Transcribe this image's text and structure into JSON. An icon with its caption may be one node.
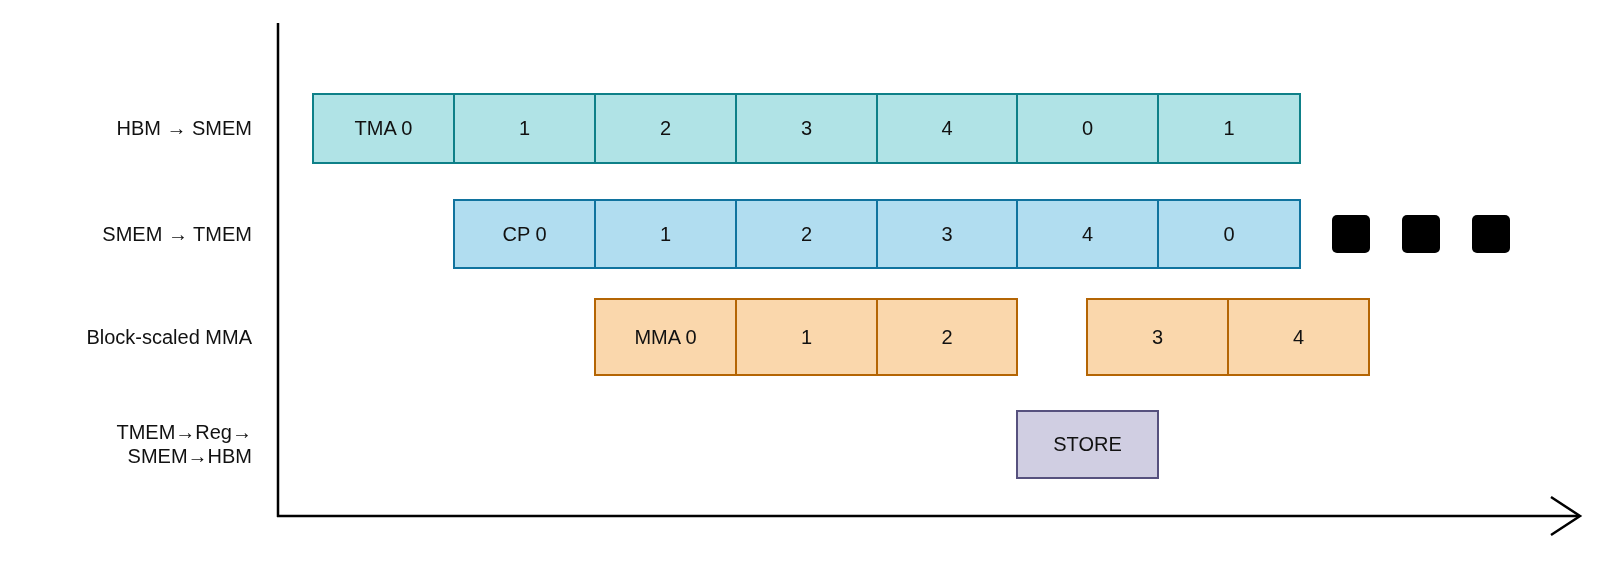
{
  "diagram": {
    "nodes": [
      {
        "text": [
          "TMA 0"
        ]
      },
      {
        "text": [
          "1"
        ]
      },
      {
        "text": [
          "2"
        ]
      },
      {
        "text": [
          "3"
        ]
      },
      {
        "text": [
          "4"
        ]
      },
      {
        "text": [
          "0"
        ]
      },
      {
        "text": [
          "1"
        ]
      },
      {
        "text": [
          "CP 0"
        ]
      },
      {
        "text": [
          "1"
        ]
      },
      {
        "text": [
          "2"
        ]
      },
      {
        "text": [
          "3"
        ]
      },
      {
        "text": [
          "4"
        ]
      },
      {
        "text": [
          "0"
        ]
      },
      {
        "text": [
          "MMA 0"
        ]
      },
      {
        "text": [
          "1"
        ]
      },
      {
        "text": [
          "2"
        ]
      },
      {
        "text": [
          "3"
        ]
      },
      {
        "text": [
          "4"
        ]
      },
      {
        "text": [
          "STORE"
        ]
      }
    ],
    "labels": [
      "HBM → SMEM",
      "SMEM → TMEM",
      "Block-scaled MMA",
      "TMEM→Reg→ SMEM→HBM"
    ]
  }
}
